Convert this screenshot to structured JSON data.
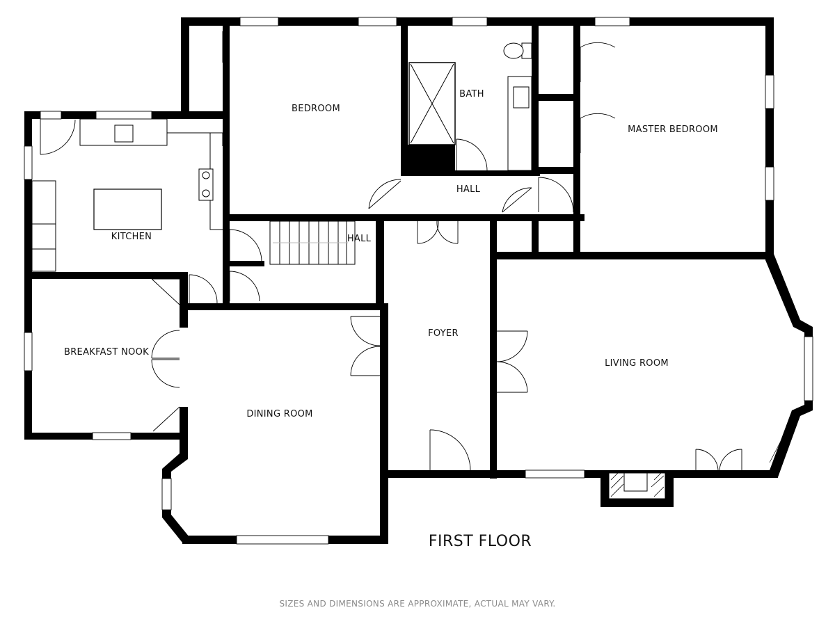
{
  "plan": {
    "floor_title": "FIRST FLOOR",
    "disclaimer": "SIZES AND DIMENSIONS ARE APPROXIMATE, ACTUAL MAY VARY.",
    "rooms": {
      "bedroom": "BEDROOM",
      "bath": "BATH",
      "master_bedroom": "MASTER BEDROOM",
      "kitchen": "KITCHEN",
      "upper_hall": "HALL",
      "stair_hall": "HALL",
      "breakfast_nook": "BREAKFAST NOOK",
      "foyer": "FOYER",
      "living_room": "LIVING ROOM",
      "dining_room": "DINING ROOM"
    },
    "colors": {
      "wall": "#000000",
      "background": "#ffffff",
      "disclaimer_text": "#8a8a8a"
    }
  }
}
